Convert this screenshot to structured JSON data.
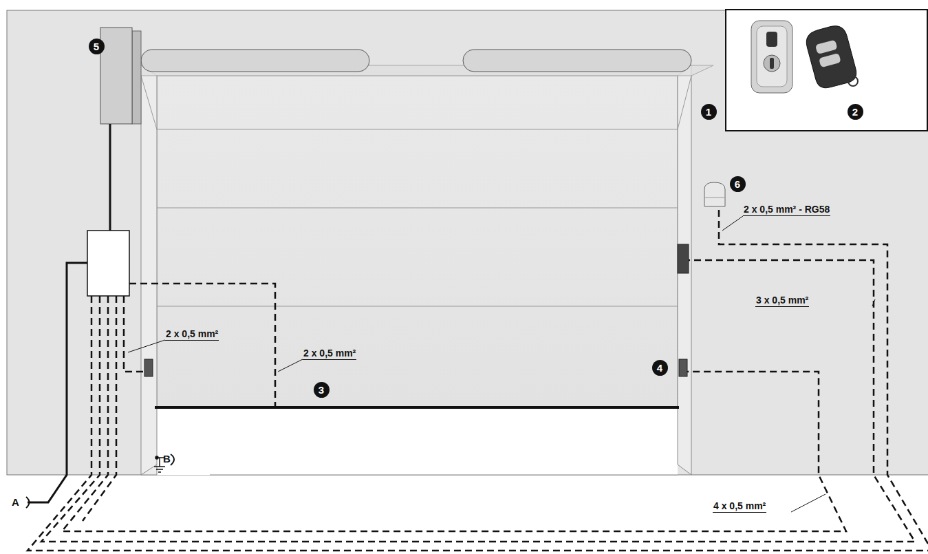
{
  "diagram": {
    "nodes": [
      {
        "text": [
          "5"
        ]
      },
      {
        "text": [
          "1"
        ]
      },
      {
        "text": [
          "2"
        ]
      },
      {
        "text": [
          "6"
        ]
      },
      {
        "text": [
          "4"
        ]
      },
      {
        "text": [
          "3"
        ]
      }
    ],
    "labels": [
      "2 x 0,5 mm² - RG58",
      "3 x 0,5 mm²",
      "2 x 0,5 mm²",
      "2 x 0,5 mm²",
      "4 x 0,5 mm²",
      "A",
      "B"
    ]
  }
}
